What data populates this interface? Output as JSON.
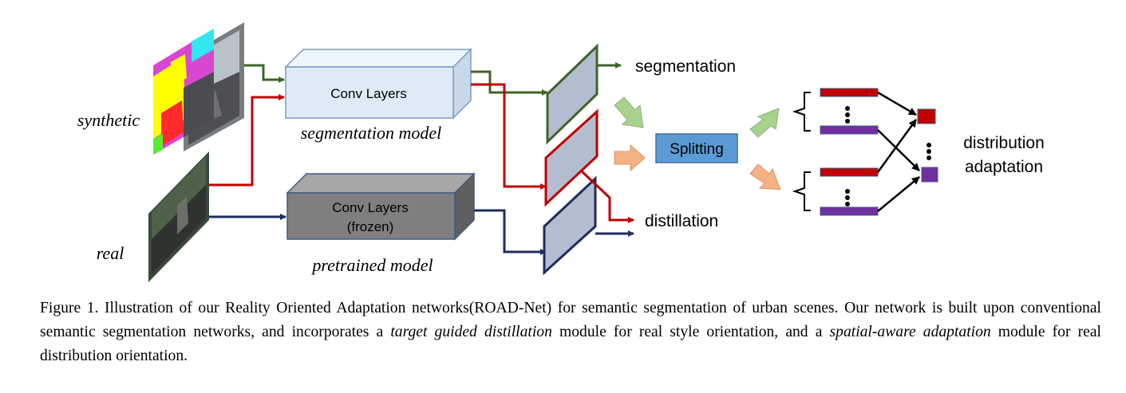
{
  "diagram": {
    "labels": {
      "synthetic": "synthetic",
      "real": "real",
      "segmentation_model": "segmentation model",
      "pretrained_model": "pretrained model",
      "segmentation": "segmentation",
      "distillation": "distillation",
      "splitting": "Splitting",
      "distribution_line1": "distribution",
      "distribution_line2": "adaptation"
    },
    "conv_layers_top": "Conv Layers",
    "conv_layers_bottom_line1": "Conv Layers",
    "conv_layers_bottom_line2": "(frozen)",
    "colors": {
      "green_path": "#3f6428",
      "red_path": "#c00000",
      "blue_path": "#1f2d5c",
      "conv_top_fill": "#deebf7",
      "conv_bottom_fill": "#7f7f7f",
      "splitting_fill": "#5b9bd5",
      "feature_map_fill": "#b4bccf",
      "red_bar": "#c00000",
      "purple_bar": "#7030a0",
      "green_arrow": "#a9d18e",
      "orange_arrow": "#f4b183"
    },
    "icons": [
      "synthetic-image",
      "real-image",
      "dots-icon"
    ]
  },
  "caption": {
    "part1": "Figure 1. Illustration of our Reality Oriented Adaptation networks(ROAD-Net) for semantic segmentation of urban scenes. Our network is built upon conventional semantic segmentation networks, and incorporates a ",
    "ital1": "target guided distillation",
    "part2": " module for real style orientation, and a ",
    "ital2": "spatial-aware adaptation",
    "part3": " module for real distribution orientation."
  }
}
